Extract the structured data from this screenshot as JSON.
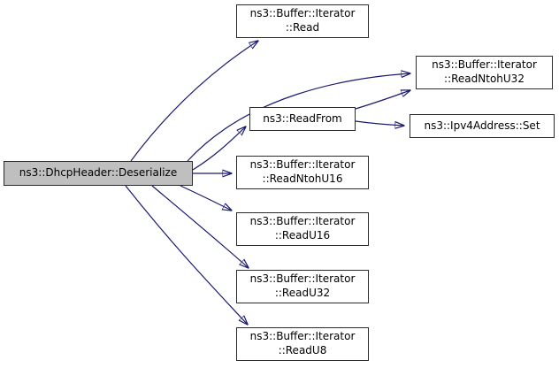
{
  "diagram": {
    "kind": "doxygen-call-graph",
    "colors": {
      "background": "#ffffff",
      "edge": "#191970",
      "node_border": "#2b2b2b",
      "node_fill": "#ffffff",
      "highlight_node_fill": "#bfbfbf",
      "text": "#000000"
    },
    "nodes": {
      "deserialize": {
        "label": "ns3::DhcpHeader::Deserialize",
        "highlighted": true
      },
      "read": {
        "label": "ns3::Buffer::Iterator\n::Read"
      },
      "readNtohU32": {
        "label": "ns3::Buffer::Iterator\n::ReadNtohU32"
      },
      "readFrom": {
        "label": "ns3::ReadFrom"
      },
      "ipv4Set": {
        "label": "ns3::Ipv4Address::Set"
      },
      "readNtohU16": {
        "label": "ns3::Buffer::Iterator\n::ReadNtohU16"
      },
      "readU16": {
        "label": "ns3::Buffer::Iterator\n::ReadU16"
      },
      "readU32": {
        "label": "ns3::Buffer::Iterator\n::ReadU32"
      },
      "readU8": {
        "label": "ns3::Buffer::Iterator\n::ReadU8"
      }
    },
    "edges": [
      {
        "from": "ns3::DhcpHeader::Deserialize",
        "to": "ns3::Buffer::Iterator::Read"
      },
      {
        "from": "ns3::DhcpHeader::Deserialize",
        "to": "ns3::Buffer::Iterator::ReadNtohU32"
      },
      {
        "from": "ns3::DhcpHeader::Deserialize",
        "to": "ns3::ReadFrom"
      },
      {
        "from": "ns3::DhcpHeader::Deserialize",
        "to": "ns3::Buffer::Iterator::ReadNtohU16"
      },
      {
        "from": "ns3::DhcpHeader::Deserialize",
        "to": "ns3::Buffer::Iterator::ReadU16"
      },
      {
        "from": "ns3::DhcpHeader::Deserialize",
        "to": "ns3::Buffer::Iterator::ReadU32"
      },
      {
        "from": "ns3::DhcpHeader::Deserialize",
        "to": "ns3::Buffer::Iterator::ReadU8"
      },
      {
        "from": "ns3::ReadFrom",
        "to": "ns3::Buffer::Iterator::ReadNtohU32"
      },
      {
        "from": "ns3::ReadFrom",
        "to": "ns3::Ipv4Address::Set"
      }
    ]
  }
}
